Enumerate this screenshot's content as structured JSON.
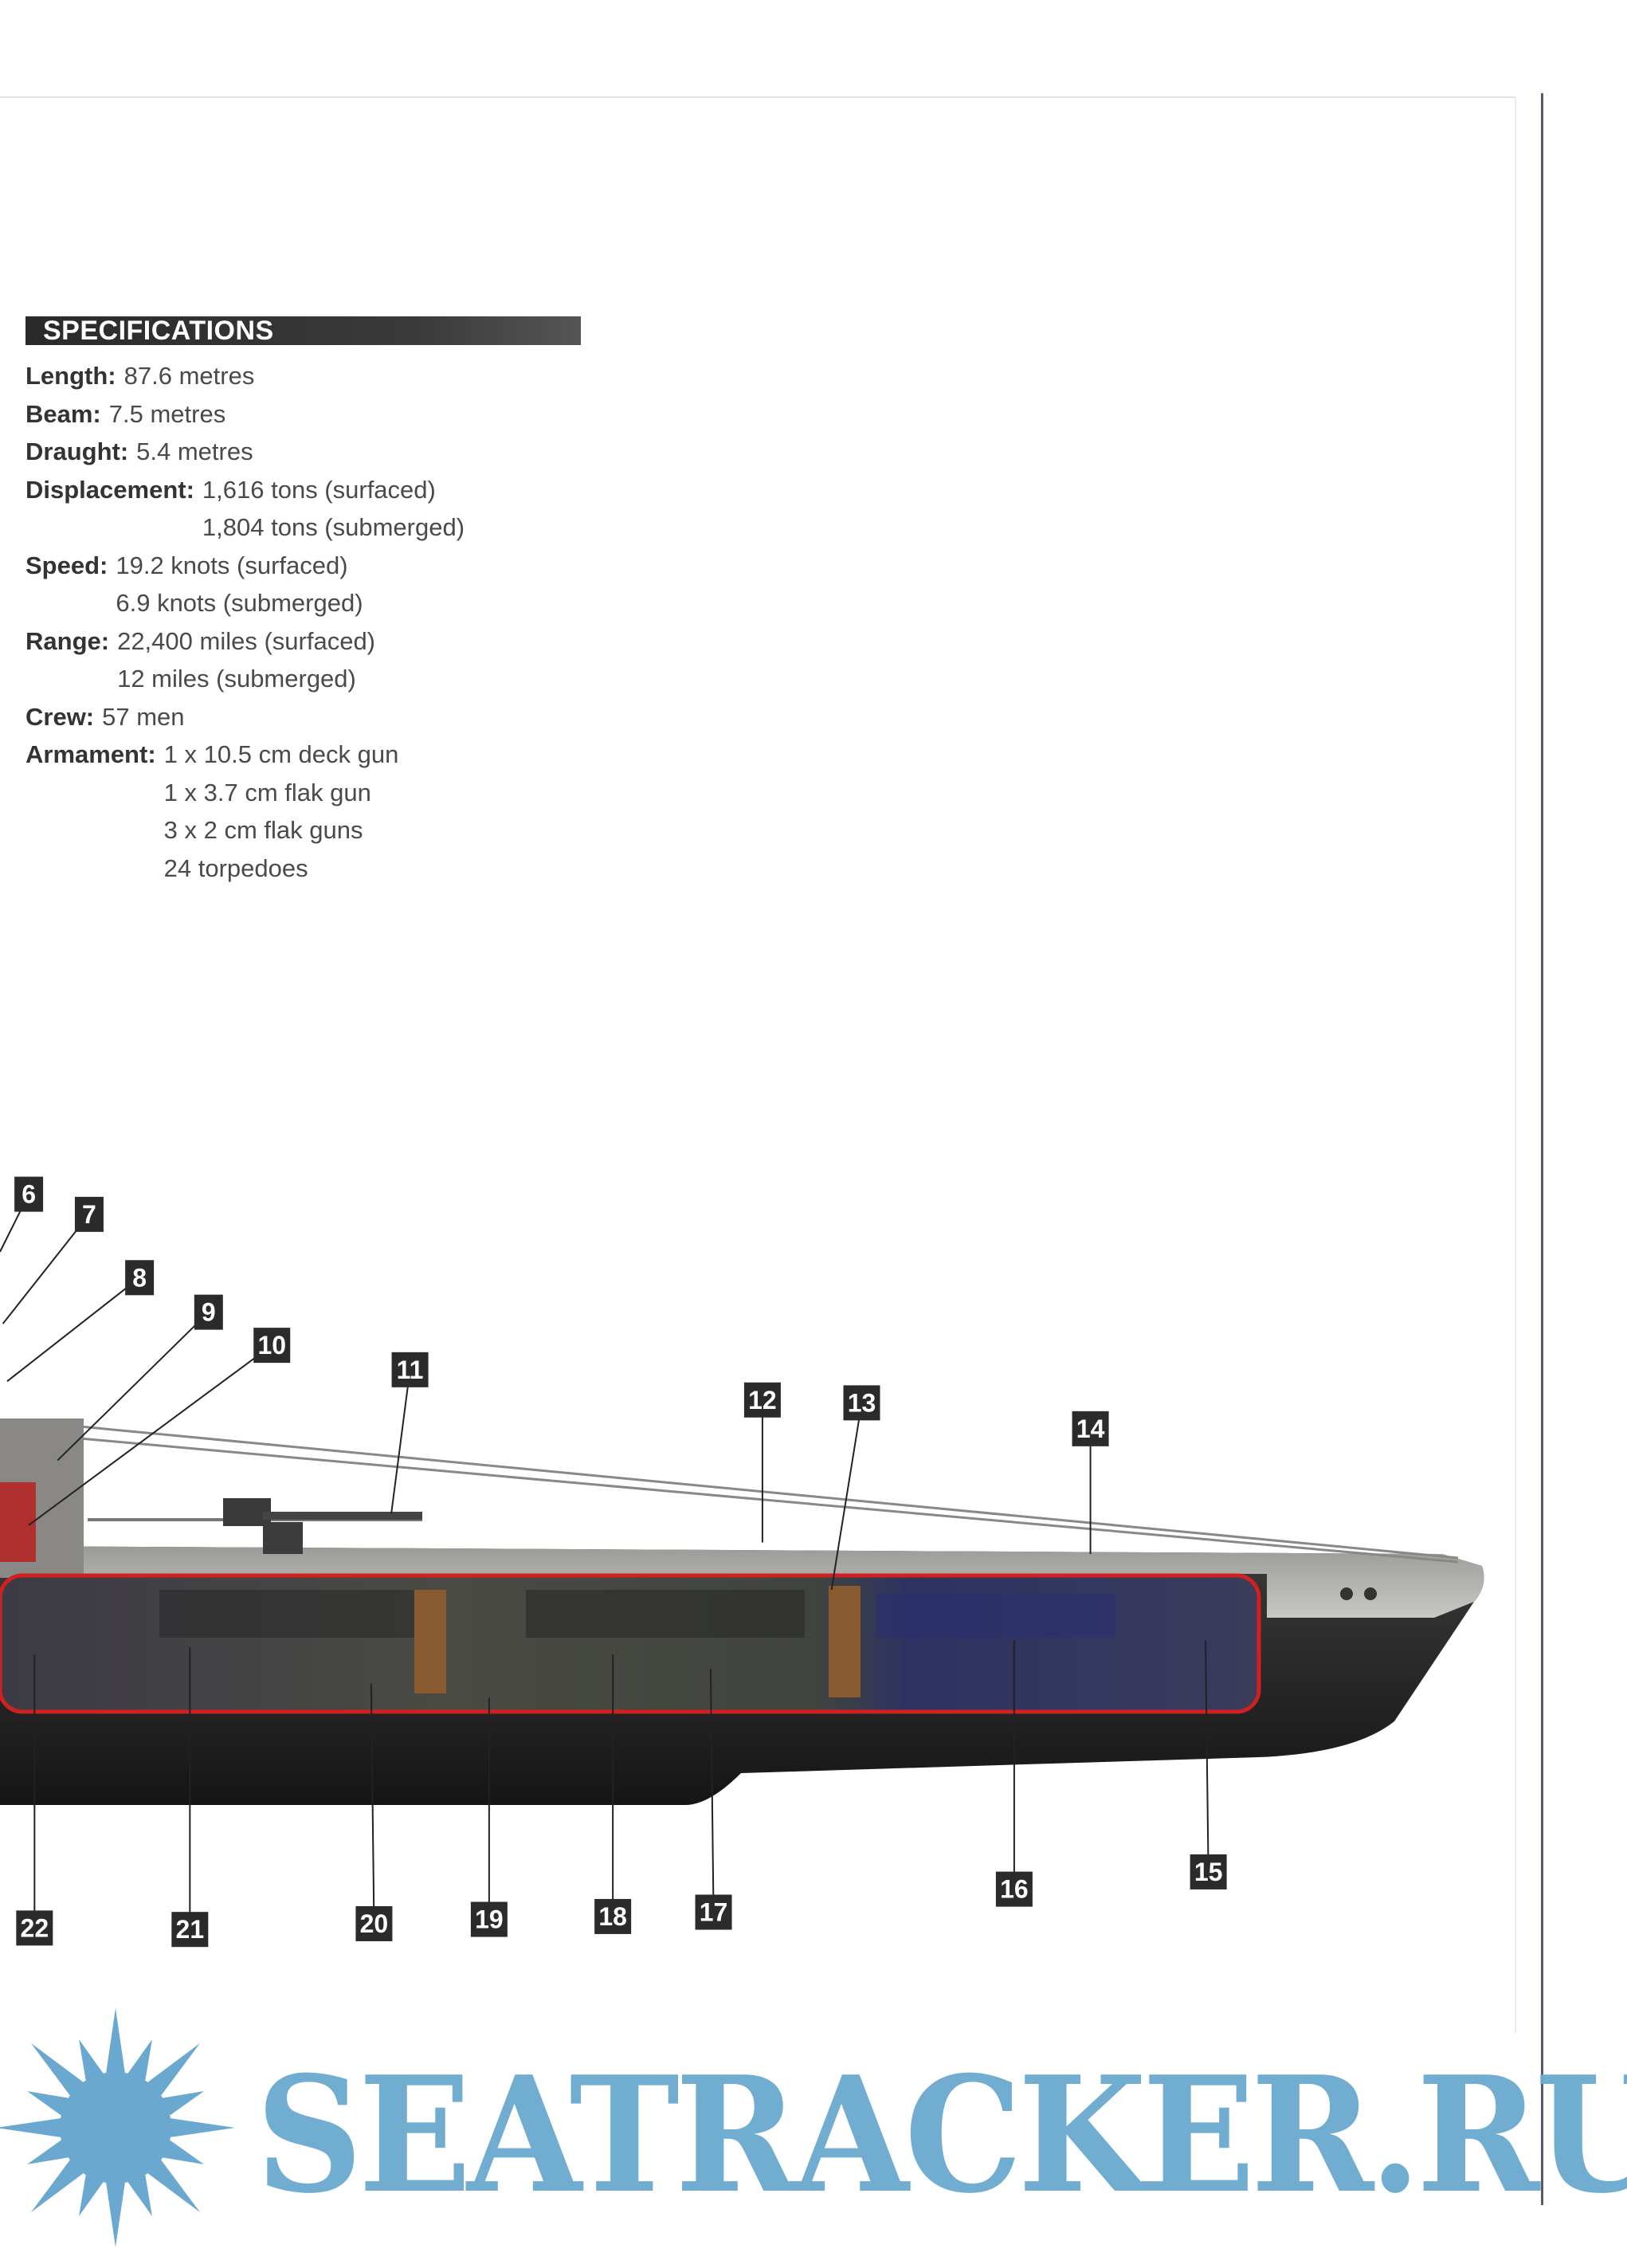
{
  "specifications": {
    "title": "SPECIFICATIONS",
    "rows": [
      {
        "label": "Length:",
        "values": [
          "87.6 metres"
        ]
      },
      {
        "label": "Beam:",
        "values": [
          "7.5 metres"
        ]
      },
      {
        "label": "Draught:",
        "values": [
          "5.4 metres"
        ]
      },
      {
        "label": "Displacement:",
        "values": [
          "1,616 tons (surfaced)",
          "1,804 tons (submerged)"
        ]
      },
      {
        "label": "Speed:",
        "values": [
          "19.2 knots (surfaced)",
          "6.9 knots (submerged)"
        ]
      },
      {
        "label": "Range:",
        "values": [
          "22,400 miles (surfaced)",
          "12 miles (submerged)"
        ]
      },
      {
        "label": "Crew:",
        "values": [
          "57 men"
        ]
      },
      {
        "label": "Armament:",
        "values": [
          "1 x 10.5 cm deck gun",
          "1 x 3.7 cm flak gun",
          "3 x 2 cm flak guns",
          "24 torpedoes"
        ]
      }
    ]
  },
  "callouts": [
    "6",
    "7",
    "8",
    "9",
    "10",
    "11",
    "12",
    "13",
    "14",
    "15",
    "16",
    "17",
    "18",
    "19",
    "20",
    "21",
    "22"
  ],
  "watermark": {
    "text": "SEATRACKER.RU",
    "color": "#6aa8cf"
  }
}
